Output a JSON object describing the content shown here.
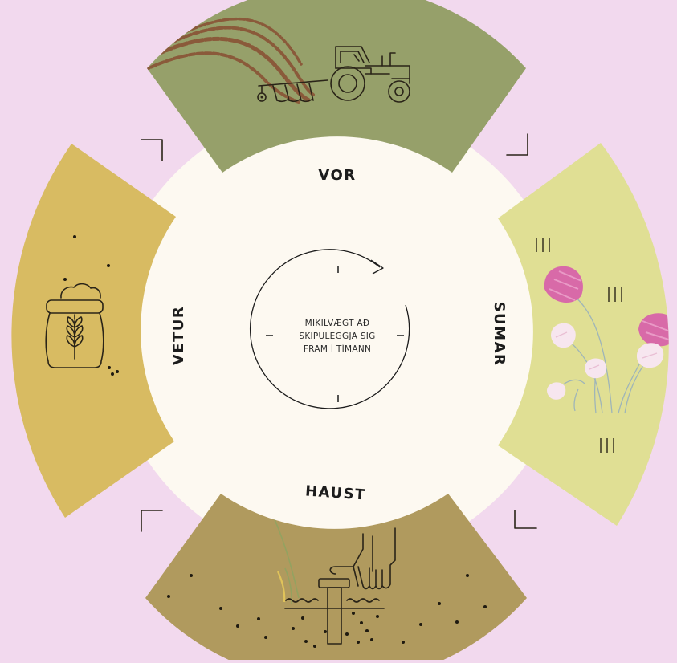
{
  "seasons": {
    "spring": "VOR",
    "summer": "SUMAR",
    "autumn": "HAUST",
    "winter": "VETUR"
  },
  "center": {
    "lines": [
      "MIKILVÆGT AÐ",
      "SKIPULEGGJA SIG",
      "FRAM Í TÍMANN"
    ]
  },
  "colors": {
    "background": "#f2d9ee",
    "wheel": "#fdf9f1",
    "spring": "#96a06a",
    "summer": "#e0df94",
    "autumn": "#b09a5e",
    "winter": "#d8bb62"
  },
  "icons": {
    "spring": "tractor-plough-icon",
    "summer": "clover-flower-icon",
    "autumn": "hand-planting-icon",
    "winter": "grain-sack-icon"
  }
}
